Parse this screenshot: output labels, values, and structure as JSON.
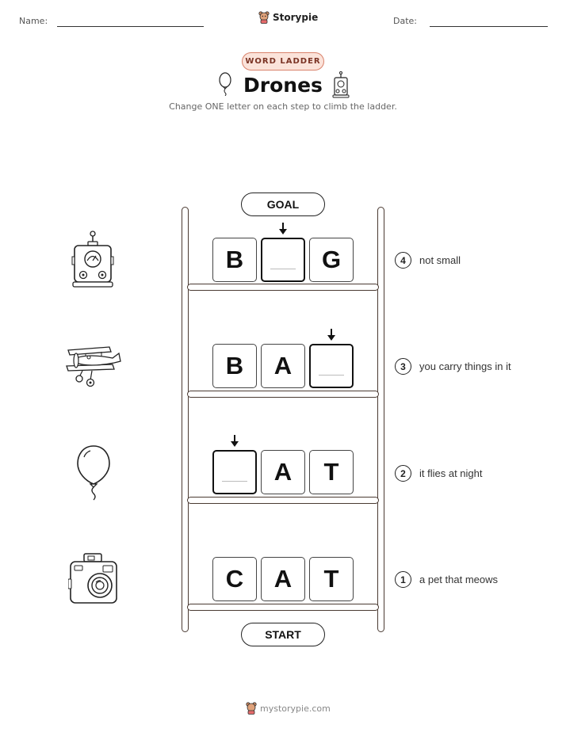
{
  "header": {
    "name_label": "Name:",
    "date_label": "Date:",
    "brand": "Storypie"
  },
  "badge": "WORD LADDER",
  "title": "Drones",
  "subtitle": "Change ONE letter on each step to climb the ladder.",
  "goal_label": "GOAL",
  "start_label": "START",
  "rows": [
    {
      "step": "4",
      "clue": "not small",
      "letters": [
        "B",
        "",
        "G"
      ],
      "blank_index": 1,
      "picture": "robot-icon"
    },
    {
      "step": "3",
      "clue": "you carry things in it",
      "letters": [
        "B",
        "A",
        ""
      ],
      "blank_index": 2,
      "picture": "biplane-icon"
    },
    {
      "step": "2",
      "clue": "it flies at night",
      "letters": [
        "",
        "A",
        "T"
      ],
      "blank_index": 0,
      "picture": "balloon-icon"
    },
    {
      "step": "1",
      "clue": "a pet that meows",
      "letters": [
        "C",
        "A",
        "T"
      ],
      "blank_index": -1,
      "picture": "camera-icon"
    }
  ],
  "footer": "mystorypie.com",
  "colors": {
    "badge_fill": "#fbe3da",
    "badge_border": "#d9826b",
    "ladder": "#4a3a32"
  }
}
